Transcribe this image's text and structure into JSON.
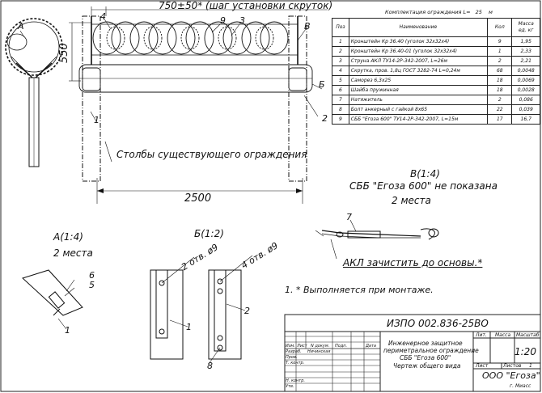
{
  "spec": {
    "title": "Комплектация ограждения L=",
    "length_value": "25",
    "length_unit": "м",
    "headers": {
      "pos": "Поз",
      "name": "Наименование",
      "qty": "Кол",
      "mass": "Масса ед. кг"
    },
    "rows": [
      {
        "pos": "1",
        "name": "Кронштейн Кр 36.40 (уголок 32х32х4)",
        "qty": "9",
        "mass": "1,95"
      },
      {
        "pos": "2",
        "name": "Кронштейн Кр 36.40-01 (уголок 32х32х4)",
        "qty": "1",
        "mass": "2,33"
      },
      {
        "pos": "3",
        "name": "Струна АКЛ ТУ14-2Р-342-2007, L=26м",
        "qty": "2",
        "mass": "2,21"
      },
      {
        "pos": "4",
        "name": "Скрутка, пров. 1,8ц ГОСТ 3282-74 L=0,24м",
        "qty": "68",
        "mass": "0,0048"
      },
      {
        "pos": "5",
        "name": "Саморез 6,3х25",
        "qty": "18",
        "mass": "0,0069"
      },
      {
        "pos": "6",
        "name": "Шайба пружинная",
        "qty": "18",
        "mass": "0,0028"
      },
      {
        "pos": "7",
        "name": "Натяжитель",
        "qty": "2",
        "mass": "0,086"
      },
      {
        "pos": "8",
        "name": "Болт анкерный с гайкой 8х65",
        "qty": "22",
        "mass": "0,039"
      },
      {
        "pos": "9",
        "name": "СББ \"Егоза 600\" ТУ14-2Р-342-2007, L=15м",
        "qty": "17",
        "mass": "16,7"
      }
    ]
  },
  "main_view": {
    "top_dim": "750±50* (шаг установки скруток)",
    "height_dim": "550",
    "width_dim": "2500",
    "posts_label": "Столбы существующего ограждения",
    "callouts": {
      "c4": "4",
      "c9": "9",
      "c3": "3",
      "cA": "A",
      "cV": "В",
      "cB": "Б",
      "c1": "1",
      "c2": "2"
    }
  },
  "detail_v": {
    "title": "В(1:4)",
    "note_line1": "СББ \"Егоза 600\" не показана",
    "note_line2": "2 места",
    "callout": "7",
    "akl_note": "АКЛ зачистить до основы.*"
  },
  "detail_a": {
    "title": "А(1:4)",
    "places": "2 места",
    "callouts": {
      "c6": "6",
      "c5": "5",
      "c1": "1"
    }
  },
  "detail_b": {
    "title": "Б(1:2)",
    "hole_left": "2 отв. ø9",
    "hole_right": "4 отв. ø9",
    "callouts": {
      "c1": "1",
      "c2": "2",
      "c8": "8"
    }
  },
  "notes": {
    "n1": "1. * Выполняется при монтаже."
  },
  "title_block": {
    "code": "ИЗПО 002.836-25ВО",
    "name_line1": "Инженерное защитное",
    "name_line2": "периметральное ограждение",
    "name_line3": "СББ \"Егоза 600\"",
    "name_line4": "Чертеж общего вида",
    "lit": "Лит.",
    "mass": "Масса",
    "scale_head": "Масштаб",
    "scale": "1:20",
    "sheet": "Лист",
    "sheets": "Листов",
    "sheets_count": "1",
    "company": "ООО \"Егоза\"",
    "city": "г. Миасс",
    "rows": {
      "izm": "Изм.",
      "list": "Лист",
      "ndok": "N докум.",
      "podp": "Подп.",
      "data": "Дата",
      "razrab": "Разраб.",
      "razrab_name": "Ничинская",
      "prov": "Пров.",
      "tkontr": "Т. контр.",
      "nkontr": "Н. контр.",
      "utv": "Утв."
    }
  }
}
